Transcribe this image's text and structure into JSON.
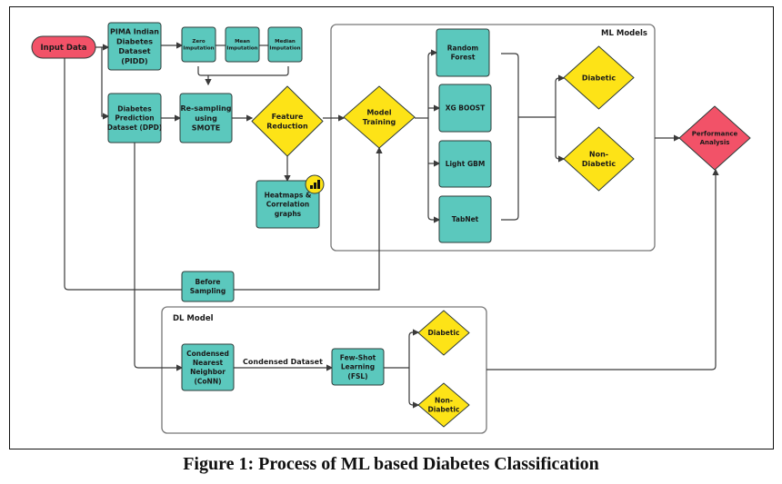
{
  "colors": {
    "process": "#5bc8bd",
    "decision": "#fde317",
    "terminal": "#f25268",
    "stroke": "#3a3a3a",
    "group_border": "#777777"
  },
  "groups": {
    "ml": {
      "label": "ML Models"
    },
    "dl": {
      "label": "DL Model"
    }
  },
  "nodes": {
    "input": {
      "lines": [
        "Input Data"
      ]
    },
    "pidd": {
      "lines": [
        "PIMA Indian",
        "Diabetes",
        "Dataset",
        "(PIDD)"
      ]
    },
    "zero": {
      "lines": [
        "Zero",
        "Imputation"
      ]
    },
    "mean": {
      "lines": [
        "Mean",
        "Imputation"
      ]
    },
    "median": {
      "lines": [
        "Median",
        "Imputation"
      ]
    },
    "dpd": {
      "lines": [
        "Diabetes",
        "Prediction",
        "Dataset (DPD)"
      ]
    },
    "smote": {
      "lines": [
        "Re-sampling",
        "using",
        "SMOTE"
      ]
    },
    "feature": {
      "lines": [
        "Feature",
        "Reduction"
      ]
    },
    "heatmaps": {
      "lines": [
        "Heatmaps &",
        "Correlation",
        "graphs"
      ],
      "icon": "bar-chart-icon"
    },
    "training": {
      "lines": [
        "Model",
        "Training"
      ]
    },
    "rf": {
      "lines": [
        "Random",
        "Forest"
      ]
    },
    "xgb": {
      "lines": [
        "XG BOOST"
      ]
    },
    "lgbm": {
      "lines": [
        "Light GBM"
      ]
    },
    "tabnet": {
      "lines": [
        "TabNet"
      ]
    },
    "ml_diabetic": {
      "lines": [
        "Diabetic"
      ]
    },
    "ml_nondiabetic": {
      "lines": [
        "Non-",
        "Diabetic"
      ]
    },
    "perf": {
      "lines": [
        "Performance",
        "Analysis"
      ]
    },
    "before": {
      "lines": [
        "Before",
        "Sampling"
      ]
    },
    "conn": {
      "lines": [
        "Condensed",
        "Nearest",
        "Neighbor",
        "(CoNN)"
      ]
    },
    "fsl": {
      "lines": [
        "Few-Shot",
        "Learning",
        "(FSL)"
      ]
    },
    "dl_diabetic": {
      "lines": [
        "Diabetic"
      ]
    },
    "dl_nondiabetic": {
      "lines": [
        "Non-",
        "Diabetic"
      ]
    }
  },
  "edge_labels": {
    "condensed": "Condensed Dataset"
  },
  "caption": "Figure 1: Process of ML based Diabetes Classification"
}
